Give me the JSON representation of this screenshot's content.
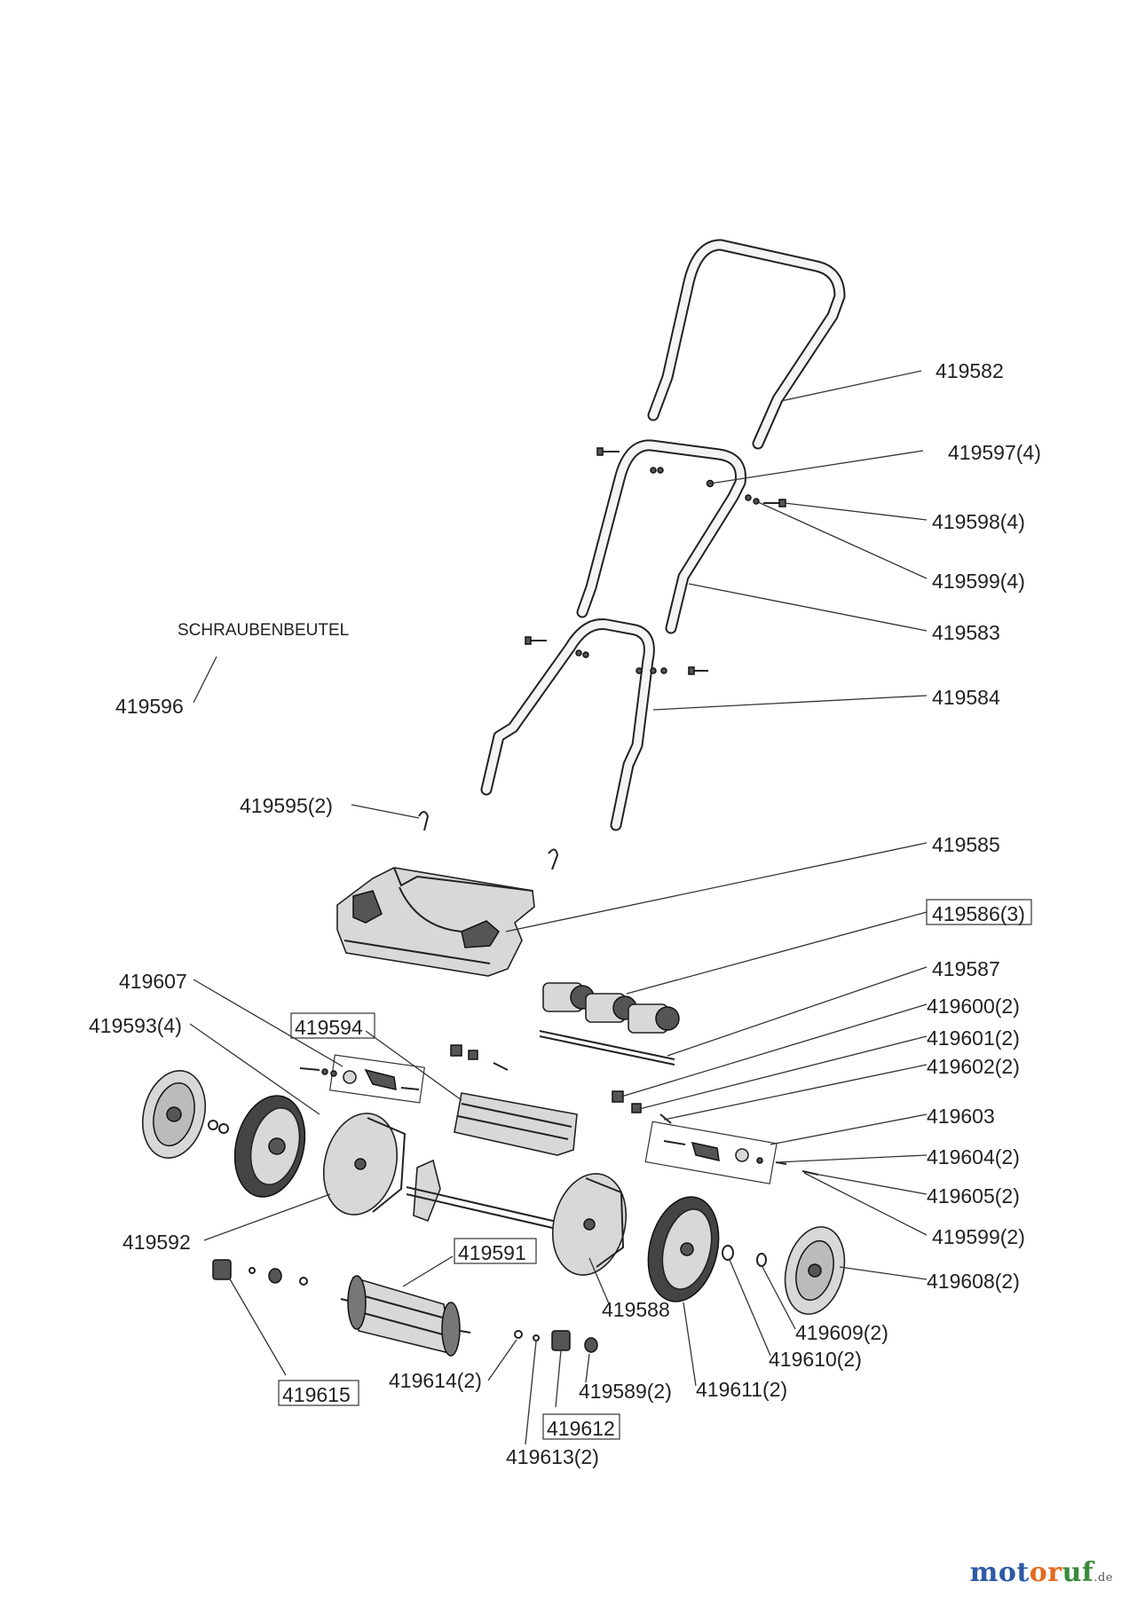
{
  "diagram": {
    "labels": [
      {
        "id": "l-419582",
        "text": "419582",
        "boxed": false
      },
      {
        "id": "l-419597",
        "text": "419597(4)",
        "boxed": false
      },
      {
        "id": "l-419598",
        "text": "419598(4)",
        "boxed": false
      },
      {
        "id": "l-419599a",
        "text": "419599(4)",
        "boxed": false
      },
      {
        "id": "l-419583",
        "text": "419583",
        "boxed": false
      },
      {
        "id": "l-419584",
        "text": "419584",
        "boxed": false
      },
      {
        "id": "l-schrauben",
        "text": "SCHRAUBENBEUTEL",
        "boxed": false
      },
      {
        "id": "l-419596",
        "text": "419596",
        "boxed": false
      },
      {
        "id": "l-419595",
        "text": "419595(2)",
        "boxed": false
      },
      {
        "id": "l-419585",
        "text": "419585",
        "boxed": false
      },
      {
        "id": "l-419586",
        "text": "419586(3)",
        "boxed": true
      },
      {
        "id": "l-419587",
        "text": "419587",
        "boxed": false
      },
      {
        "id": "l-419607",
        "text": "419607",
        "boxed": false
      },
      {
        "id": "l-419600",
        "text": "419600(2)",
        "boxed": false
      },
      {
        "id": "l-419594",
        "text": "419594",
        "boxed": true
      },
      {
        "id": "l-419593",
        "text": "419593(4)",
        "boxed": false
      },
      {
        "id": "l-419601",
        "text": "419601(2)",
        "boxed": false
      },
      {
        "id": "l-419602",
        "text": "419602(2)",
        "boxed": false
      },
      {
        "id": "l-419603",
        "text": "419603",
        "boxed": false
      },
      {
        "id": "l-419604",
        "text": "419604(2)",
        "boxed": false
      },
      {
        "id": "l-419605",
        "text": "419605(2)",
        "boxed": false
      },
      {
        "id": "l-419599b",
        "text": "419599(2)",
        "boxed": false
      },
      {
        "id": "l-419592",
        "text": "419592",
        "boxed": false
      },
      {
        "id": "l-419591",
        "text": "419591",
        "boxed": true
      },
      {
        "id": "l-419608",
        "text": "419608(2)",
        "boxed": false
      },
      {
        "id": "l-419588",
        "text": "419588",
        "boxed": false
      },
      {
        "id": "l-419609",
        "text": "419609(2)",
        "boxed": false
      },
      {
        "id": "l-419610",
        "text": "419610(2)",
        "boxed": false
      },
      {
        "id": "l-419615",
        "text": "419615",
        "boxed": true
      },
      {
        "id": "l-419614",
        "text": "419614(2)",
        "boxed": false
      },
      {
        "id": "l-419589",
        "text": "419589(2)",
        "boxed": false
      },
      {
        "id": "l-419611",
        "text": "419611(2)",
        "boxed": false
      },
      {
        "id": "l-419612",
        "text": "419612",
        "boxed": true
      },
      {
        "id": "l-419613",
        "text": "419613(2)",
        "boxed": false
      }
    ]
  },
  "watermark": {
    "brand_a": "mot",
    "brand_b": "or",
    "brand_c": "uf",
    "tld": ".de",
    "colors": {
      "a": "#2d5aa6",
      "b": "#e46a1f",
      "c": "#3a8a3a"
    }
  }
}
